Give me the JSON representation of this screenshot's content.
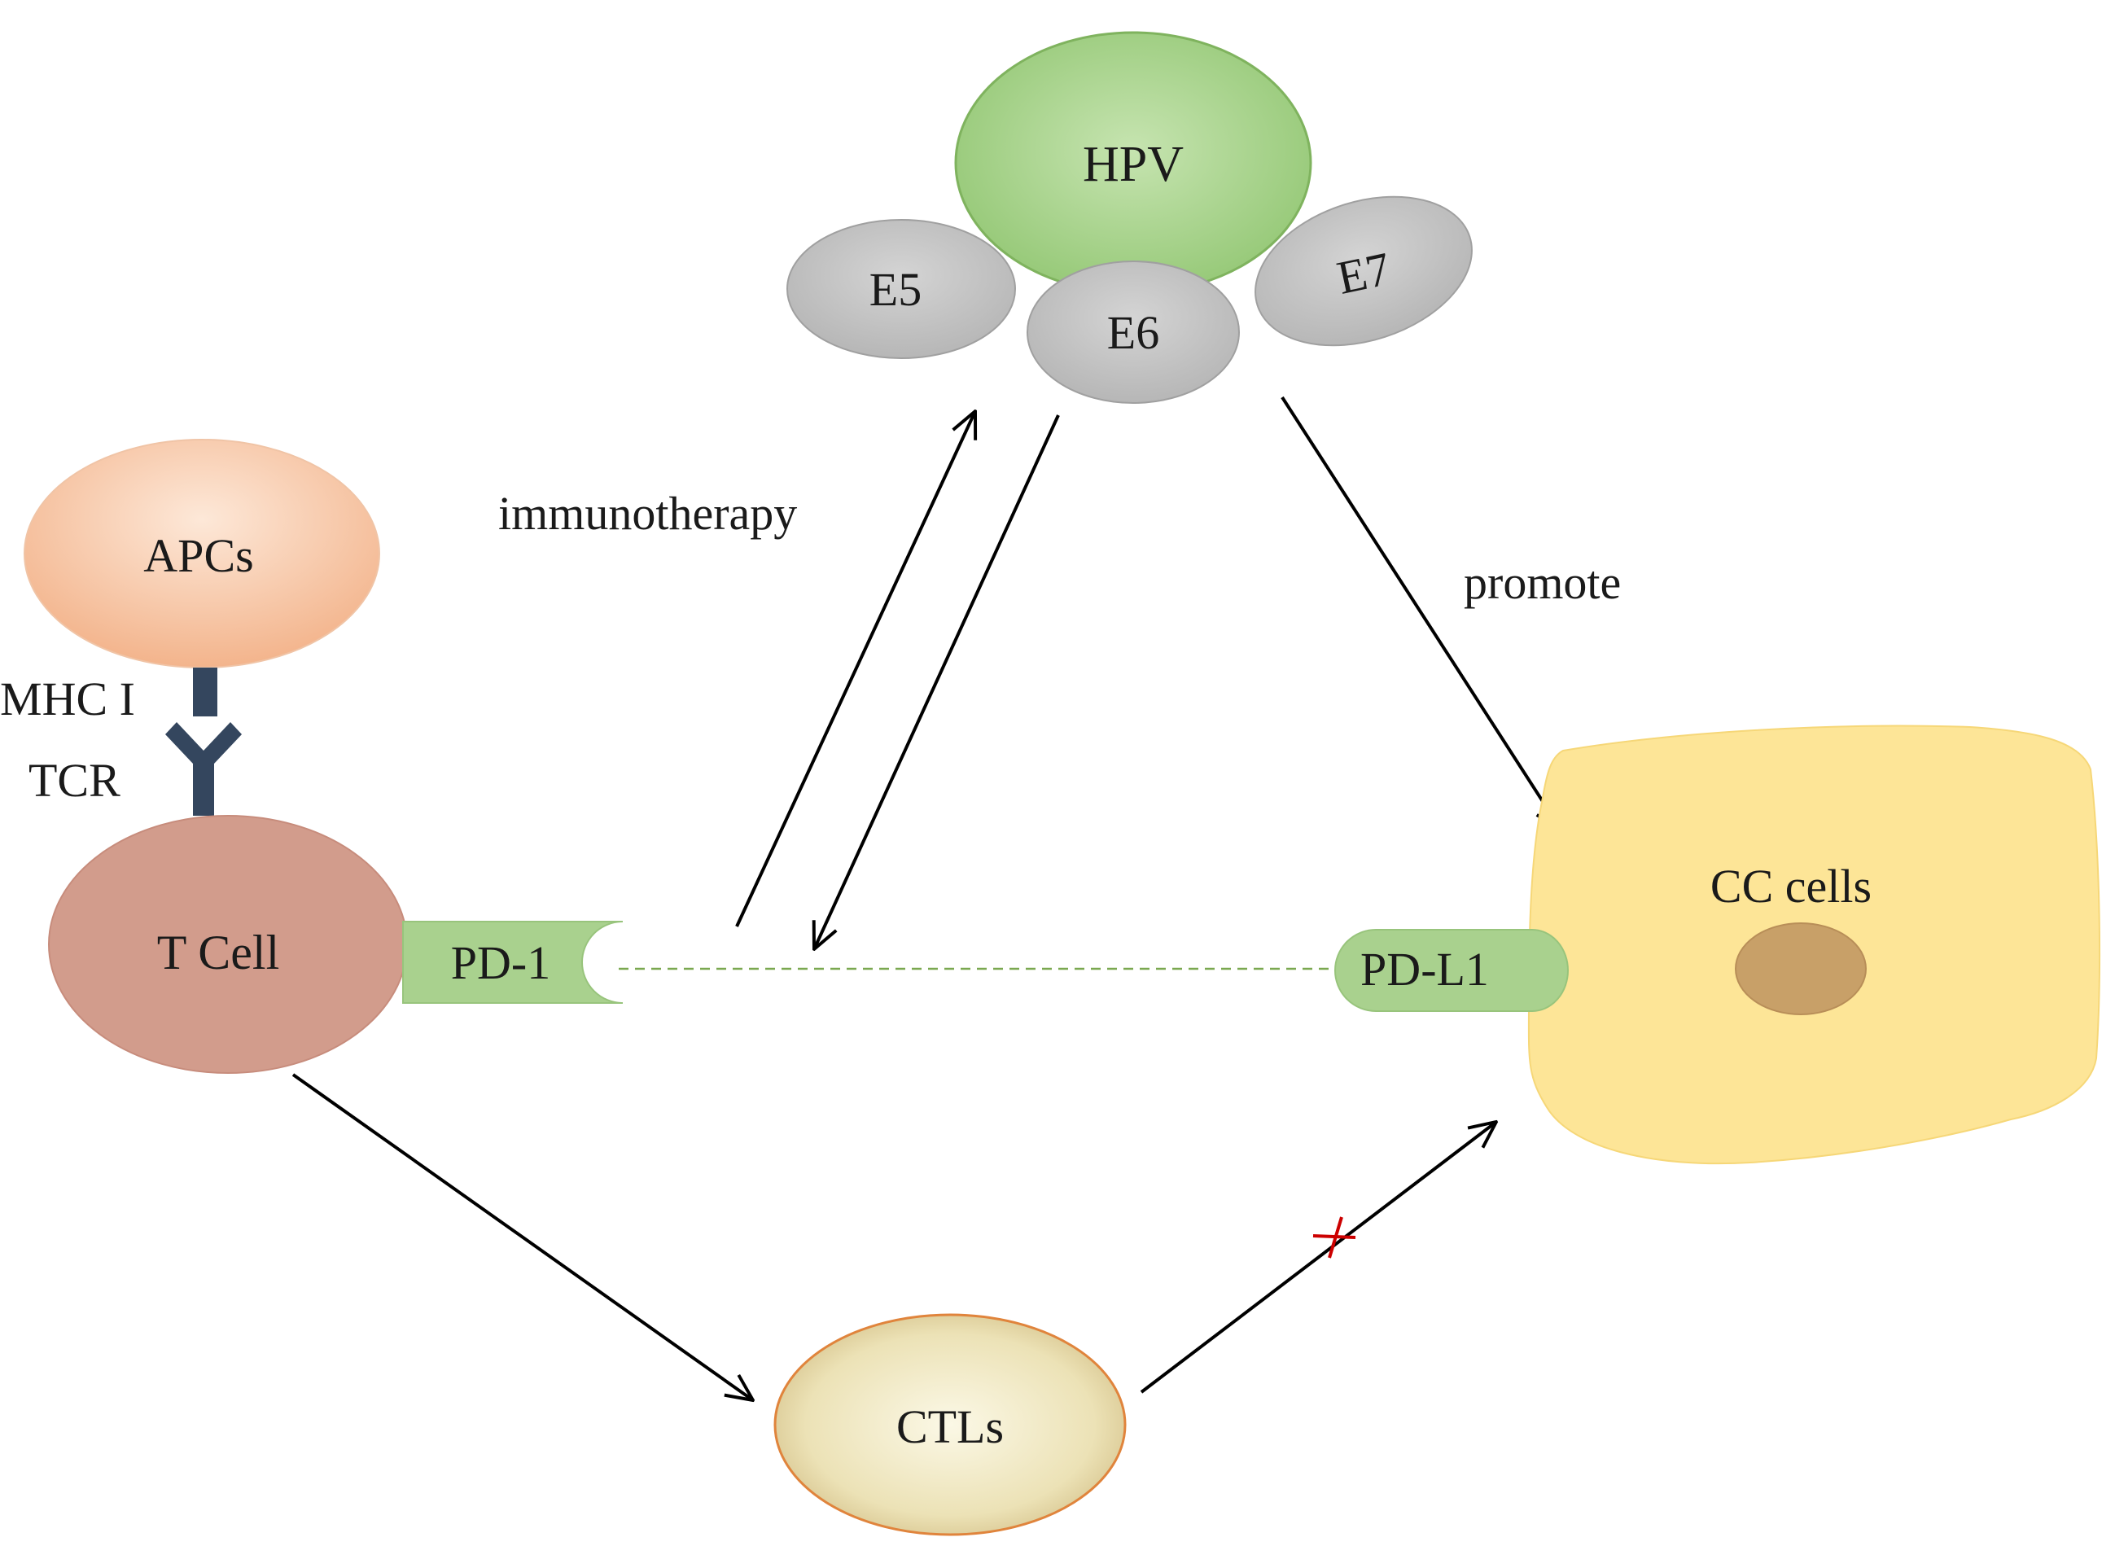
{
  "nodes": {
    "hpv": "HPV",
    "e5": "E5",
    "e6": "E6",
    "e7": "E7",
    "apcs": "APCs",
    "mhc": "MHC I",
    "tcr": "TCR",
    "tcell": "T Cell",
    "pd1": "PD-1",
    "pdl1": "PD-L1",
    "cc_cells": "CC cells",
    "ctls": "CTLs"
  },
  "edges": {
    "immunotherapy": "immunotherapy",
    "promote": "promote"
  },
  "colors": {
    "hpv_fill": "#a9d18e",
    "oncoprotein_fill": "#c9c9c9",
    "apc_fill": "#f8cbad",
    "tcell_fill": "#d29c8c",
    "receptor_fill": "#a9d18e",
    "cc_fill": "#fde597",
    "nucleus_fill": "#c8a068",
    "ctl_fill": "#ece4c0",
    "tcr_fill": "#34465e",
    "block_mark": "#cc0000"
  },
  "icons": {
    "block_mark": "red-cross-icon"
  }
}
